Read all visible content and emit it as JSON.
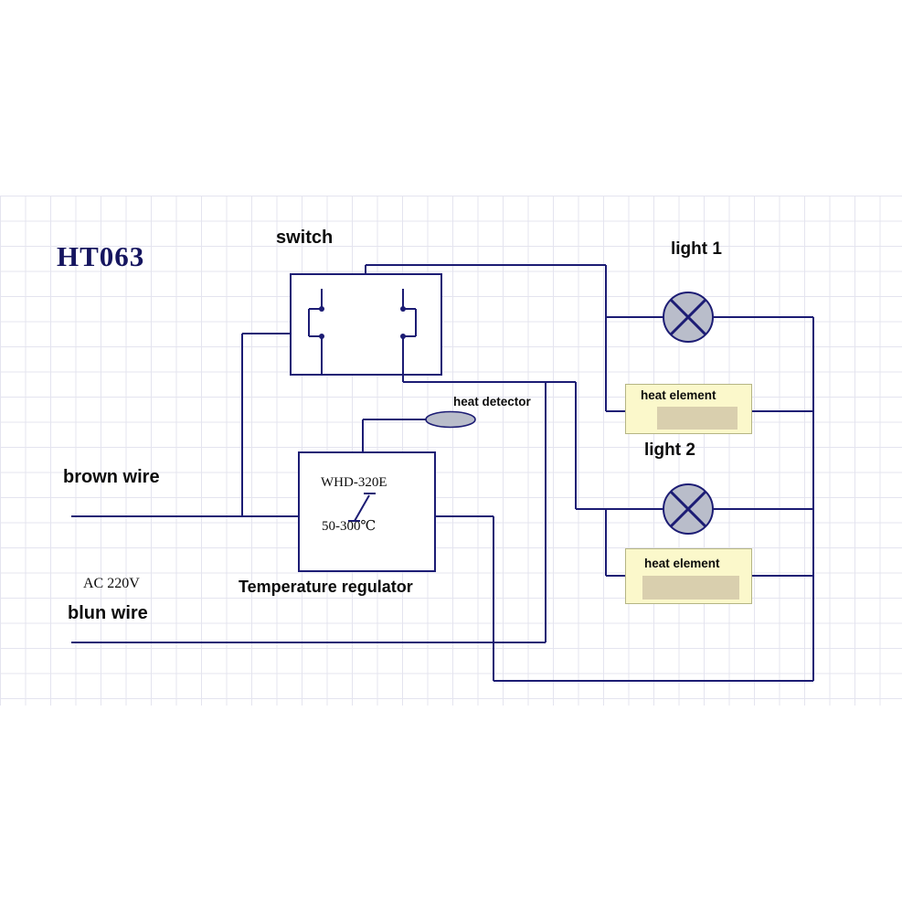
{
  "diagram": {
    "title": "HT063",
    "switch": {
      "label": "switch"
    },
    "lights": {
      "light1_label": "light 1",
      "light2_label": "light 2"
    },
    "heat_elements": {
      "element1_label": "heat element",
      "element2_label": "heat element"
    },
    "heat_detector": {
      "label": "heat detector"
    },
    "regulator": {
      "label": "Temperature regulator",
      "model": "WHD-320E",
      "range": "50-300℃"
    },
    "power": {
      "brown_wire_label": "brown wire",
      "voltage_label": "AC 220V",
      "blue_wire_label": "blun wire"
    }
  },
  "colors": {
    "wire": "#1c1c74",
    "grid-line": "#e4e4ef",
    "title-color": "#15155f",
    "lamp-fill": "#b9bdca",
    "he-fill": "#fbf8cb",
    "he-inner": "#d9cfae",
    "he-border": "#b5b584",
    "text-color": "#0c0c0c"
  }
}
